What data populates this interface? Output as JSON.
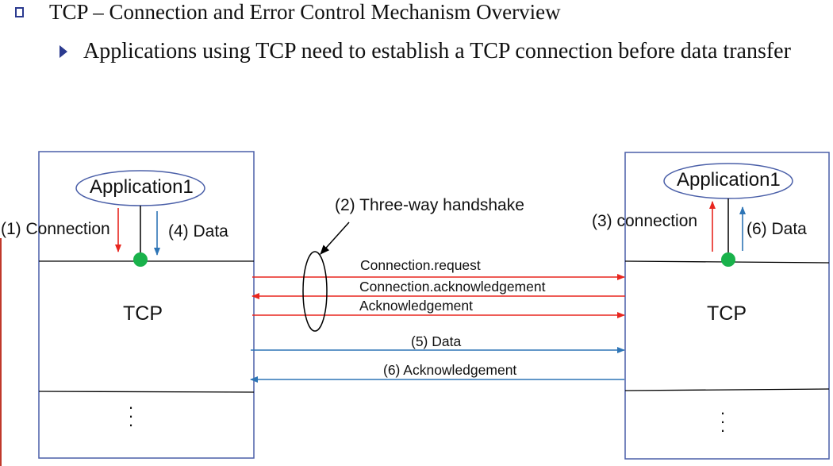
{
  "header": {
    "title": "TCP – Connection and Error Control Mechanism Overview",
    "bullet": "Applications using TCP need to establish a TCP connection before data transfer"
  },
  "left_host": {
    "app_label": "Application1",
    "connection_label": "(1) Connection",
    "data_label": "(4) Data",
    "layer_label": "TCP",
    "ellipsis": ":"
  },
  "right_host": {
    "app_label": "Application1",
    "connection_label": "(3) connection",
    "data_label": "(6) Data",
    "layer_label": "TCP",
    "ellipsis": ":"
  },
  "handshake_label": "(2) Three-way handshake",
  "messages": {
    "connection_request": "Connection.request",
    "connection_ack": "Connection.acknowledgement",
    "ack": "Acknowledgement",
    "data": "(5) Data",
    "data_ack": "(6) Acknowledgement"
  },
  "colors": {
    "box_border": "#4a5fa8",
    "handshake_arrow": "#e8261f",
    "data_arrow": "#2e75b6",
    "port_dot": "#19b24b",
    "bullet_arrow": "#2b3a8f"
  }
}
